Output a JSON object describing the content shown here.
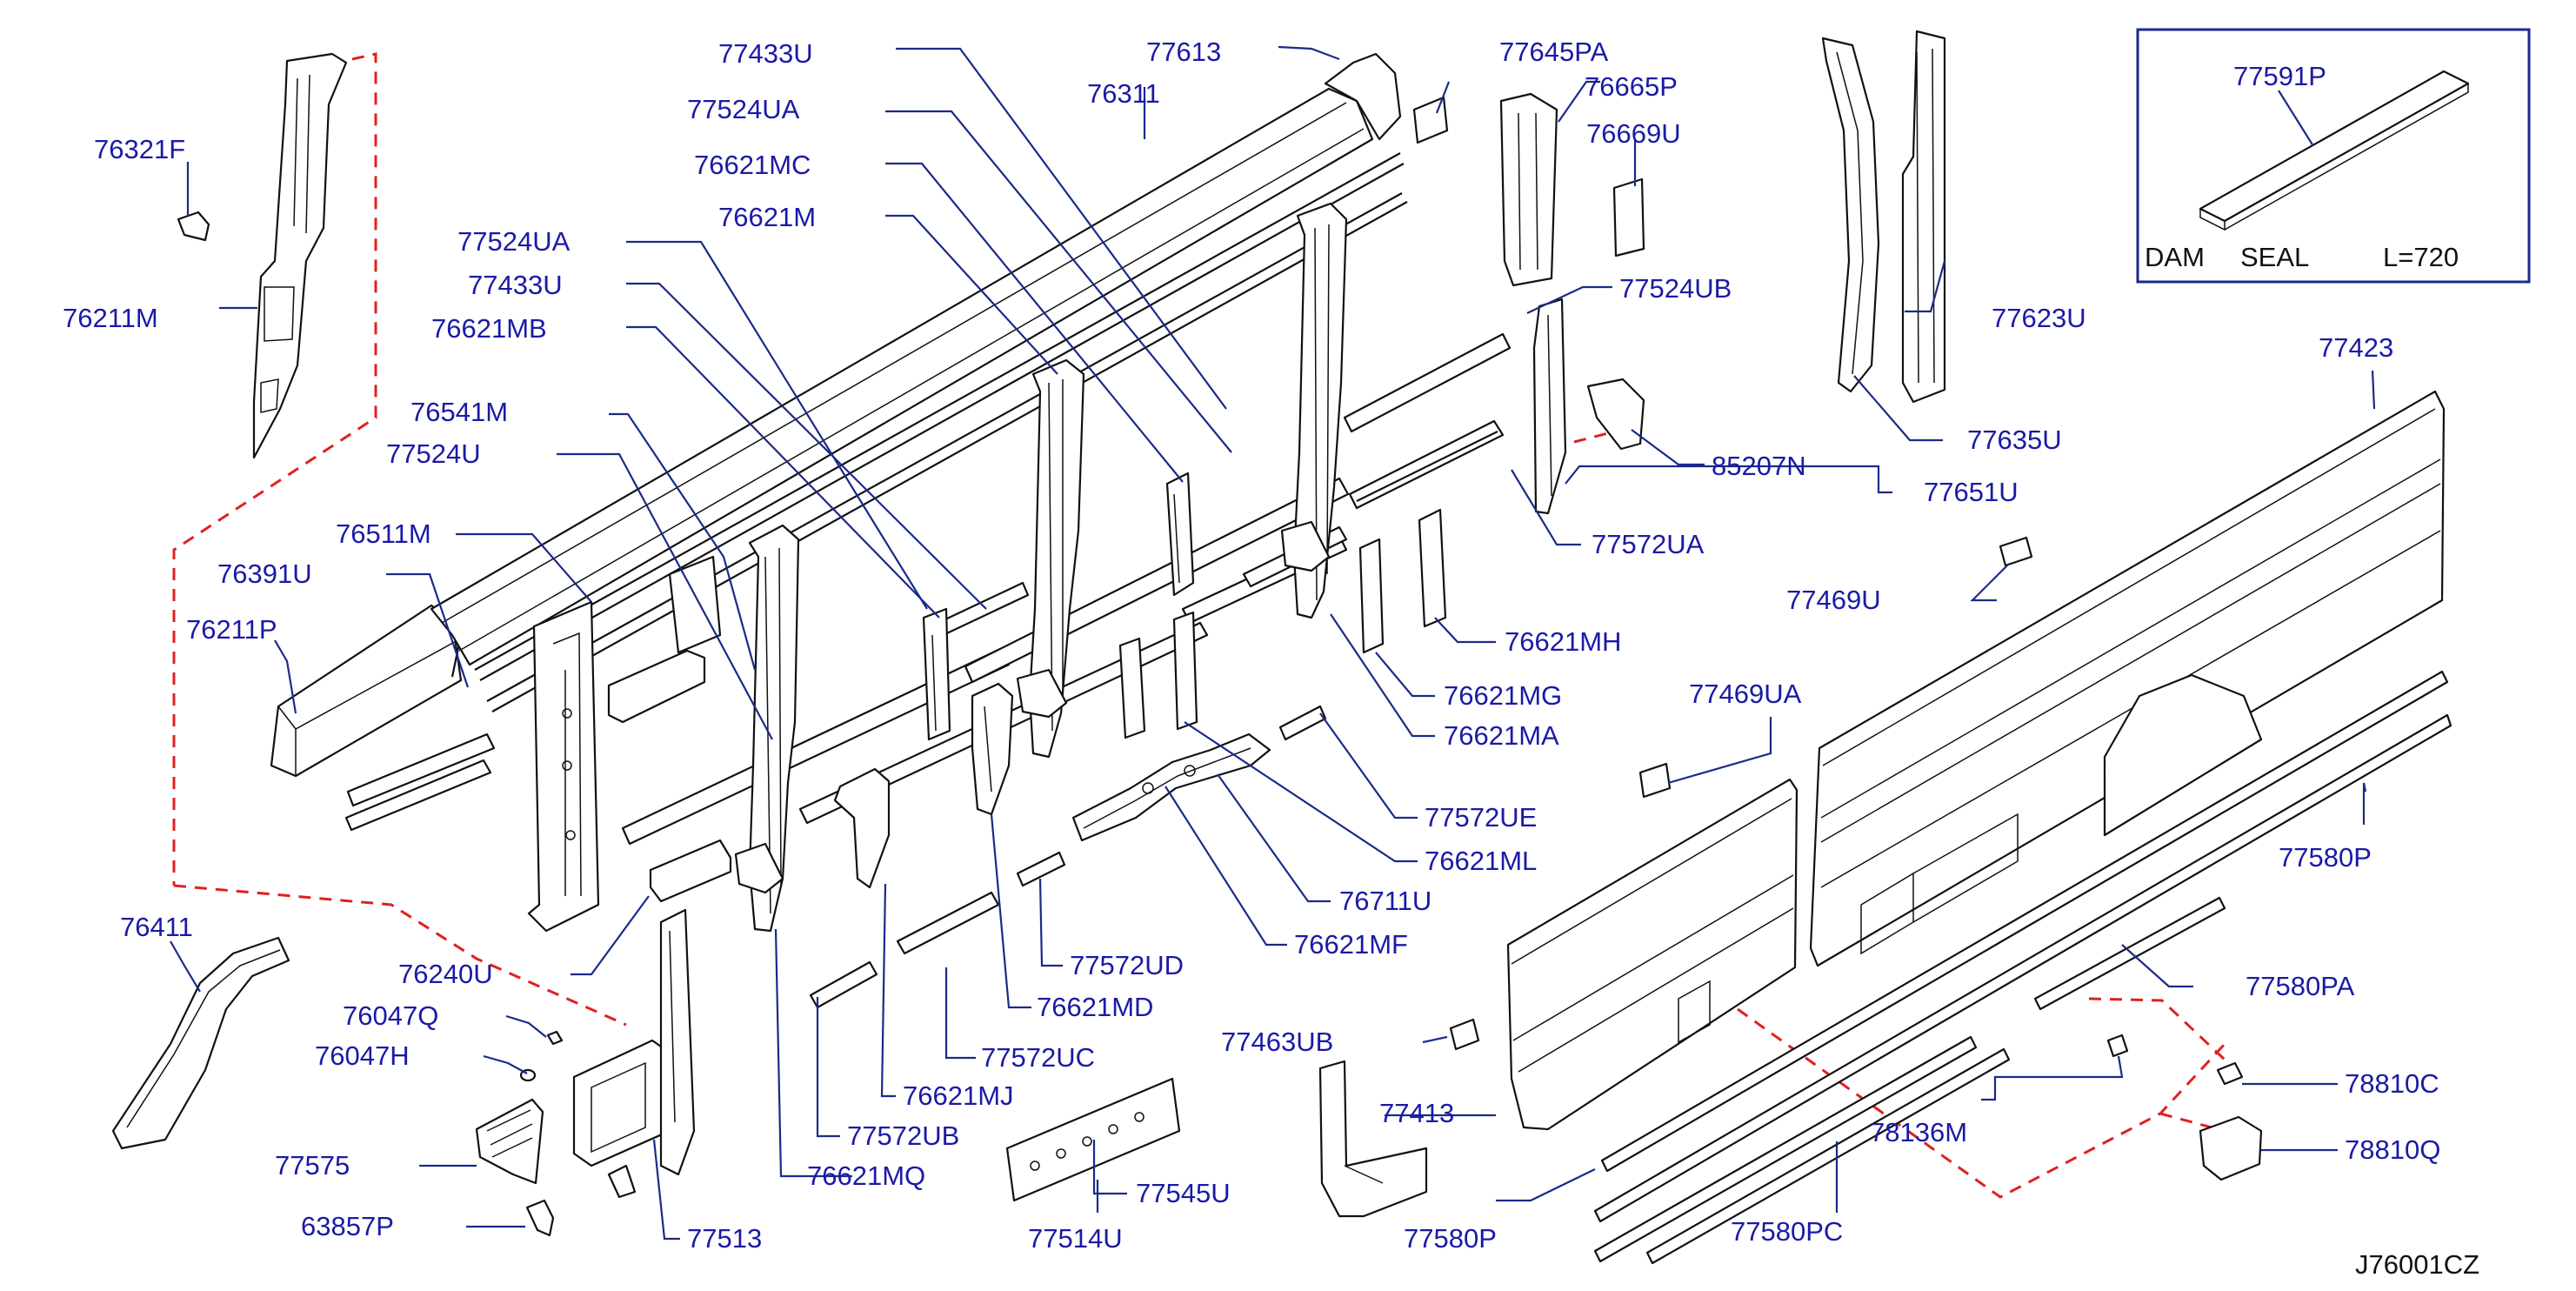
{
  "diagram_code": "J76001CZ",
  "inset": {
    "part": "77591P",
    "note_1": "DAM",
    "note_2": "SEAL",
    "note_3": "L=720"
  },
  "labels": {
    "p76321F": "76321F",
    "p76211M": "76211M",
    "p77433U_a": "77433U",
    "p77613": "77613",
    "p77645PA": "77645PA",
    "p76665P": "76665P",
    "p76669U": "76669U",
    "p77524UA_a": "77524UA",
    "p76311": "76311",
    "p76621MC": "76621MC",
    "p76621M": "76621M",
    "p77524UA_b": "77524UA",
    "p77433U_b": "77433U",
    "p76621MB": "76621MB",
    "p77524UB": "77524UB",
    "p77623U": "77623U",
    "p77423": "77423",
    "p77635U": "77635U",
    "p85207N": "85207N",
    "p77651U": "77651U",
    "p76541M": "76541M",
    "p77524U": "77524U",
    "p76511M": "76511M",
    "p76391U": "76391U",
    "p76211P": "76211P",
    "p77572UA": "77572UA",
    "p77469U": "77469U",
    "p76621MH": "76621MH",
    "p76621MG": "76621MG",
    "p77469UA": "77469UA",
    "p76621MA": "76621MA",
    "p77572UE": "77572UE",
    "p77580P_a": "77580P",
    "p76621ML": "76621ML",
    "p76411": "76411",
    "p76711U": "76711U",
    "p76240U": "76240U",
    "p76621MF": "76621MF",
    "p77580PA": "77580PA",
    "p77572UD": "77572UD",
    "p76047Q": "76047Q",
    "p76621MD": "76621MD",
    "p76047H": "76047H",
    "p77463UB": "77463UB",
    "p77572UC": "77572UC",
    "p78810C": "78810C",
    "p76621MJ": "76621MJ",
    "p77413": "77413",
    "p78136M": "78136M",
    "p77575": "77575",
    "p77572UB": "77572UB",
    "p78810Q": "78810Q",
    "p76621MQ": "76621MQ",
    "p77545U": "77545U",
    "p63857P": "63857P",
    "p77513": "77513",
    "p77514U": "77514U",
    "p77580P_b": "77580P",
    "p77580PC": "77580PC"
  },
  "colors": {
    "label": "#1a1aa6",
    "leader": "#1a2a8a",
    "outline": "#111111",
    "hidden_connection": "#e02020"
  }
}
